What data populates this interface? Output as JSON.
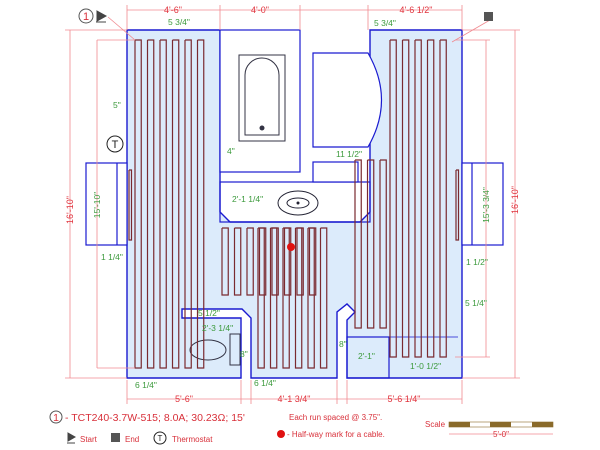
{
  "diagram": {
    "colors": {
      "wall": "#1a1ad0",
      "floor": "#dcebfb",
      "cable": "#7a2a30",
      "dimension": "#e0323c",
      "inner_dimension": "#3c9a3c",
      "halfway": "#e01010"
    },
    "top_dims": [
      "4'-6\"",
      "4'-0\"",
      "4'-6 1/2\""
    ],
    "bottom_dims": [
      "5'-6\"",
      "4'-1 3/4\"",
      "5'-6 1/4\""
    ],
    "side_dims": {
      "left_outer": "16'-10\"",
      "left_inner": "15'-10\"",
      "right_outer": "16'-10\"",
      "right_inner": "15'-3 3/4\""
    },
    "inner_dims": {
      "top_left": "5 3/4\"",
      "top_right": "5 3/4\"",
      "left_wall": "5\"",
      "tub_gap": "4\"",
      "vanity": "2'-1 1/4\"",
      "right_gap": "11 1/2\"",
      "left_closet": "1 1/4\"",
      "right_closet": "1 1/2\"",
      "protrusion": "5 1/2\"",
      "toilet_width": "2'-3 1/4\"",
      "toilet_gap": "8\"",
      "center_gap": "8\"",
      "right_lower": "5 1/4\"",
      "cabinet_depth": "2'-1\"",
      "cabinet_right": "1'-0 1/2\"",
      "bottom_left": "6 1/4\"",
      "bottom_center": "6 1/4\""
    },
    "start_marker": "1",
    "thermostat_marker": "T"
  },
  "legend": {
    "cable_number": "1",
    "cable_spec": "- TCT240-3.7W-515; 8.0A; 30.23Ω; 15'",
    "start_label": "Start",
    "end_label": "End",
    "thermostat_symbol": "T",
    "thermostat_label": "Thermostat",
    "spacing_note": "Each run spaced @ 3.75\".",
    "halfway_note": "- Half-way mark for a cable.",
    "scale_label": "Scale",
    "scale_length": "5'-0\""
  }
}
